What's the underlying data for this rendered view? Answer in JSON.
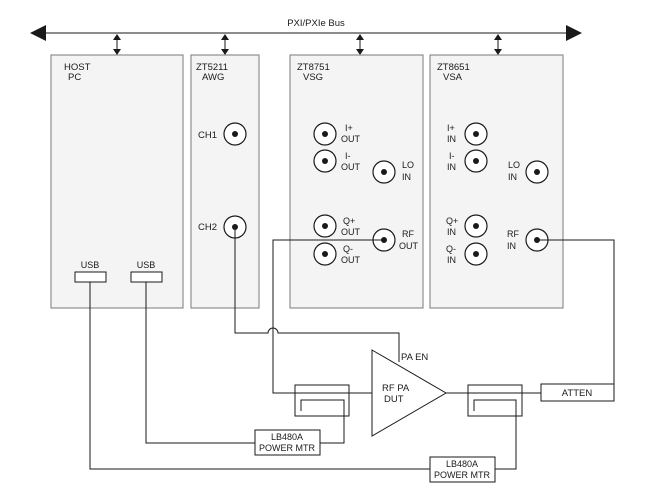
{
  "bus": {
    "label": "PXI/PXIe Bus"
  },
  "host": {
    "name": "HOST",
    "sub": "PC",
    "usb1": "USB",
    "usb2": "USB"
  },
  "awg": {
    "model": "ZT5211",
    "type": "AWG",
    "ch1": "CH1",
    "ch2": "CH2"
  },
  "vsg": {
    "model": "ZT8751",
    "type": "VSG",
    "i_plus": [
      "I+",
      "OUT"
    ],
    "i_minus": [
      "I-",
      "OUT"
    ],
    "q_plus": [
      "Q+",
      "OUT"
    ],
    "q_minus": [
      "Q-",
      "OUT"
    ],
    "lo": [
      "LO",
      "IN"
    ],
    "rf": [
      "RF",
      "OUT"
    ]
  },
  "vsa": {
    "model": "ZT8651",
    "type": "VSA",
    "i_plus": [
      "I+",
      "IN"
    ],
    "i_minus": [
      "I-",
      "IN"
    ],
    "q_plus": [
      "Q+",
      "IN"
    ],
    "q_minus": [
      "Q-",
      "IN"
    ],
    "lo": [
      "LO",
      "IN"
    ],
    "rf": [
      "RF",
      "IN"
    ]
  },
  "amp": {
    "pa_en": "PA EN",
    "line1": "RF PA",
    "line2": "DUT"
  },
  "atten": {
    "label": "ATTEN"
  },
  "meter1": {
    "line1": "LB480A",
    "line2": "POWER MTR"
  },
  "meter2": {
    "line1": "LB480A",
    "line2": "POWER MTR"
  }
}
